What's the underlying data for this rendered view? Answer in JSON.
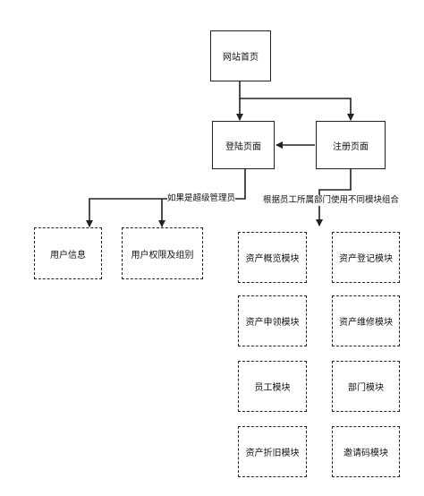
{
  "nodes": {
    "homepage": "网站首页",
    "login": "登陆页面",
    "register": "注册页面",
    "user_info": "用户信息",
    "user_permissions": "用户权限及组别",
    "asset_overview": "资产概览模块",
    "asset_register": "资产登记模块",
    "asset_apply": "资产申领模块",
    "asset_repair": "资产维修模块",
    "employee": "员工模块",
    "department": "部门模块",
    "asset_depreciation": "资产折旧模块",
    "invitation_code": "邀请码模块"
  },
  "edges": {
    "admin_label": "如果是超级管理员",
    "dept_label": "根据员工所属部门使用不同模块组合"
  }
}
